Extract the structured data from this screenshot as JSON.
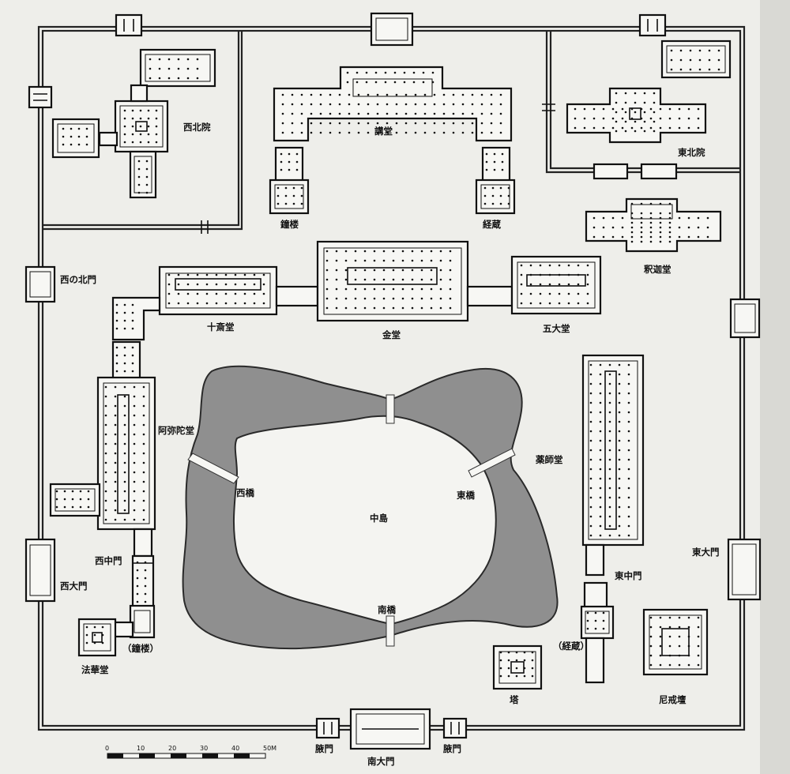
{
  "labels": {
    "seihokuin": "西北院",
    "kodo": "講堂",
    "tohokuin": "東北院",
    "shoro": "鐘楼",
    "kyozo": "経蔵",
    "shakado": "釈迦堂",
    "nishi_kitamon": "西の北門",
    "jusaido": "十斎堂",
    "kondo": "金堂",
    "godaido": "五大堂",
    "amidado": "阿弥陀堂",
    "nishibashi": "西橋",
    "nakajima": "中島",
    "higashibashi": "東橋",
    "yakushido": "薬師堂",
    "higashi_daimon": "東大門",
    "nishi_chumon": "西中門",
    "higashi_chumon": "東中門",
    "nishi_daimon": "西大門",
    "minamibashi": "南橋",
    "shoro_paren": "（鐘楼）",
    "kyozo_paren": "（経蔵）",
    "hokkedo": "法華堂",
    "to": "塔",
    "kaidan": "尼戒壇",
    "wakimon_w": "腋門",
    "minami_daimon": "南大門",
    "wakimon_e": "腋門"
  },
  "scale_bar": {
    "ticks": [
      "0",
      "10",
      "20",
      "30",
      "40",
      "50M"
    ]
  },
  "colors": {
    "pond": "#8f8f8f",
    "paper": "#eeeeea",
    "ink": "#111111"
  }
}
